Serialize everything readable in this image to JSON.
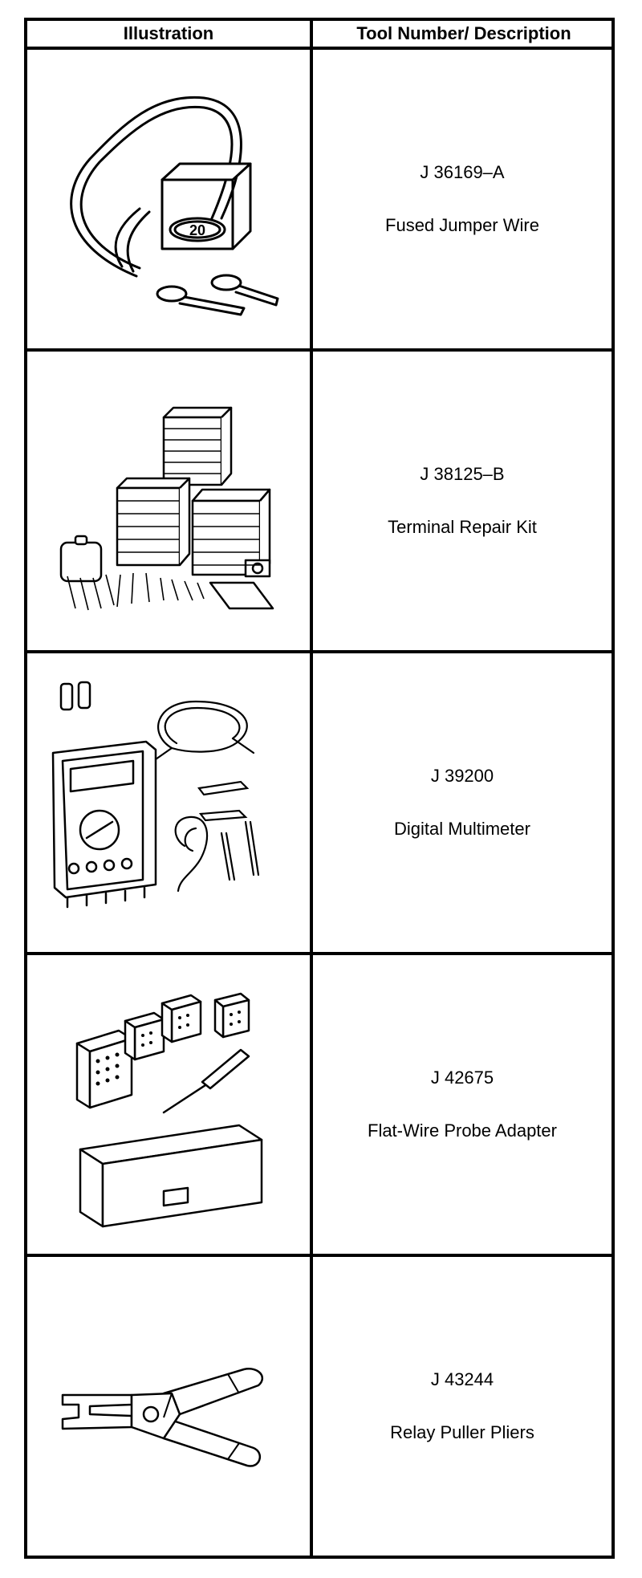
{
  "header": {
    "illustration": "Illustration",
    "description": "Tool Number/ Description"
  },
  "tools": [
    {
      "number": "J 36169–A",
      "name": "Fused Jumper Wire",
      "icon": "fused-jumper-wire-icon",
      "badge": "20"
    },
    {
      "number": "J 38125–B",
      "name": "Terminal Repair Kit",
      "icon": "terminal-repair-kit-icon"
    },
    {
      "number": "J 39200",
      "name": "Digital Multimeter",
      "icon": "digital-multimeter-icon"
    },
    {
      "number": "J 42675",
      "name": "Flat-Wire Probe Adapter",
      "icon": "flat-wire-probe-adapter-icon"
    },
    {
      "number": "J 43244",
      "name": "Relay Puller Pliers",
      "icon": "relay-puller-pliers-icon"
    }
  ]
}
